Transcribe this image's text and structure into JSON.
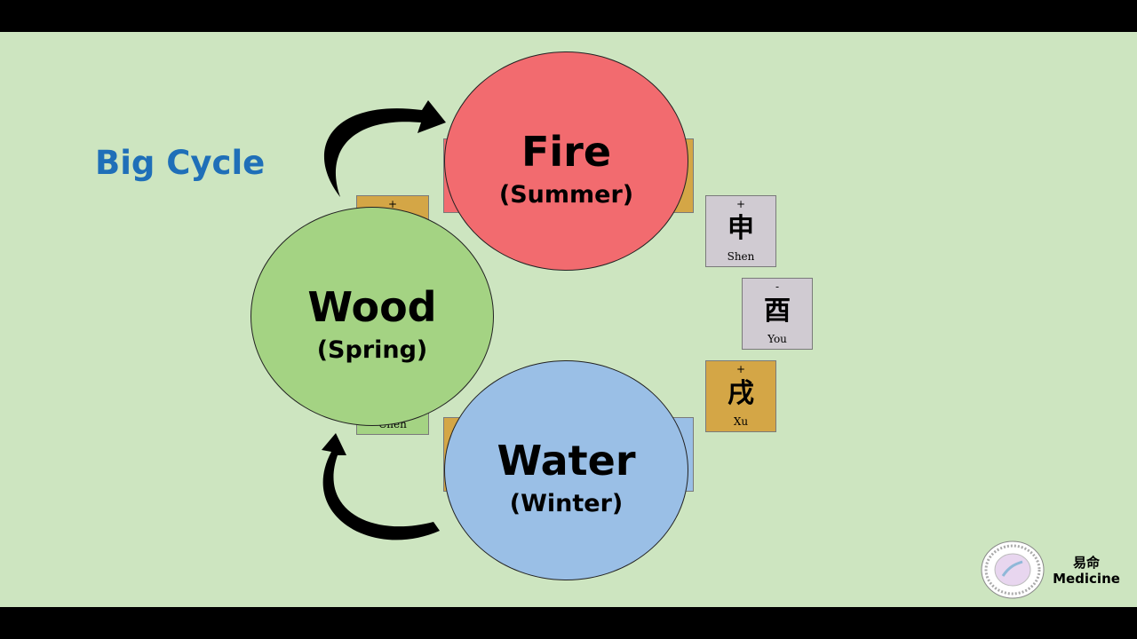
{
  "title": "Big Cycle",
  "elements": {
    "fire": {
      "name": "Fire",
      "season": "(Summer)",
      "color": "#f26b6f"
    },
    "wood": {
      "name": "Wood",
      "season": "(Spring)",
      "color": "#a4d383"
    },
    "water": {
      "name": "Water",
      "season": "(Winter)",
      "color": "#9abfe6"
    }
  },
  "branches": [
    {
      "sign": "+",
      "char": "申",
      "roman": "Shen",
      "color": "#d0cbd2"
    },
    {
      "sign": "-",
      "char": "酉",
      "roman": "You",
      "color": "#d0cbd2"
    },
    {
      "sign": "+",
      "char": "戌",
      "roman": "Xu",
      "color": "#d4a646"
    }
  ],
  "partial_branches": {
    "wood_top_sign": "+",
    "wood_bottom_roman": "Chen"
  },
  "logo": {
    "chinese": "易命",
    "english": "Medicine"
  },
  "colors": {
    "background": "#cde5c0",
    "title": "#1f6fb8",
    "gold": "#d4a646",
    "gray": "#d0cbd2"
  }
}
